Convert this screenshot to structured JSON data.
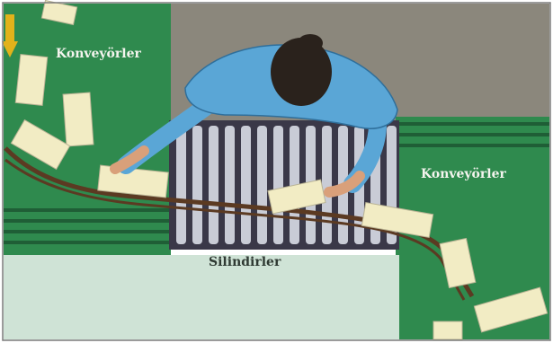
{
  "labels": {
    "conveyor_left": "Konveyörler",
    "conveyor_right": "Konveyörler",
    "rollers": "Silindirler"
  },
  "colors": {
    "conveyor_green": "#2f8a4e",
    "conveyor_dark": "#1f5e36",
    "floor_taupe": "#8b877c",
    "floor_light": "#cfe3d6",
    "roller_silver": "#c9ccd6",
    "roller_shadow": "#3a3848",
    "shirt_blue": "#5aa6d6",
    "hair_dark": "#2a221c",
    "skin": "#d9a07a",
    "box_cream": "#f2ecc4",
    "arrow_yellow": "#e2b21a",
    "belt_brown": "#5b3a22"
  },
  "icons": [
    "arrow-down-icon"
  ]
}
